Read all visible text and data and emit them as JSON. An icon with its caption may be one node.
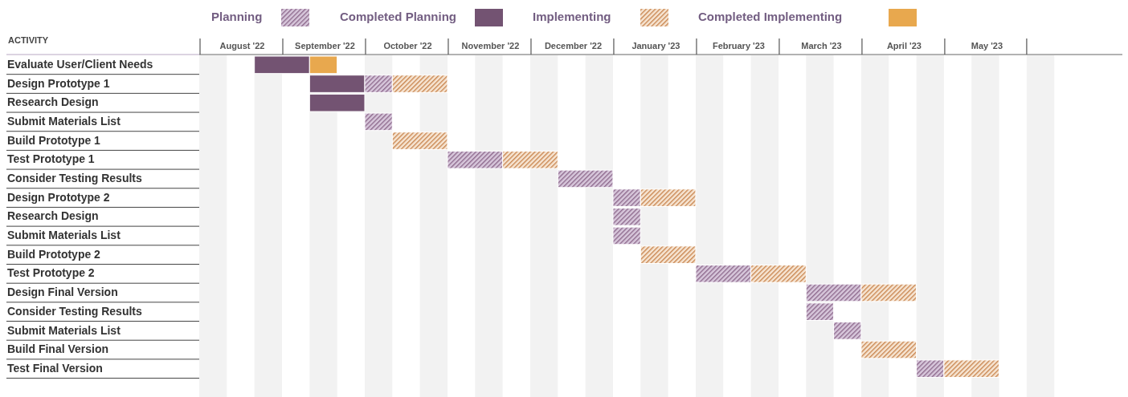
{
  "diagram": {
    "labels": [
      "ACTIVITY",
      "August '22",
      "September '22",
      "October '22",
      "November '22",
      "December '22",
      "January '23",
      "February '23",
      "March '23",
      "April '23",
      "May '23",
      "Evaluate User/Client Needs",
      "Design Prototype 1",
      "Research Design",
      "Submit Materials List",
      "Build Prototype 1",
      "Test Prototype 1",
      "Consider Testing Results",
      "Design Prototype 2",
      "Research Design",
      "Submit Materials List",
      "Build Prototype 2",
      "Test Prototype 2",
      "Design Final Version",
      "Consider Testing Results",
      "Submit Materials List",
      "Build Final Version",
      "Test Final Version"
    ],
    "legend": [
      {
        "text": "Planning"
      },
      {
        "text": "Completed Planning",
        "color": "#735372"
      },
      {
        "text": "Implementing"
      },
      {
        "text": "Completed Implementing",
        "color": "#e8a84e"
      }
    ]
  }
}
